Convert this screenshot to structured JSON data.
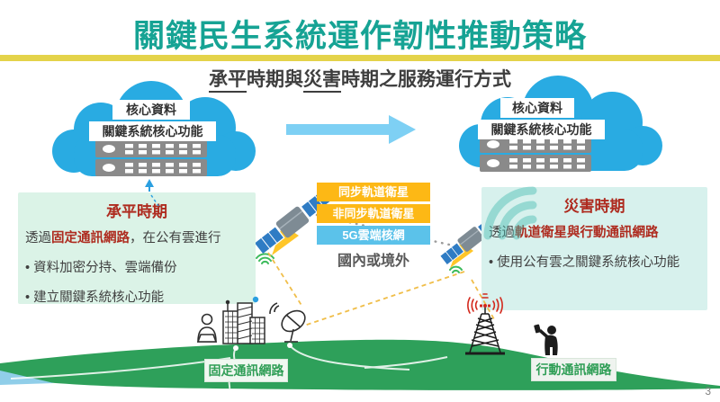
{
  "slide": {
    "title": "關鍵民生系統運作韌性推動策略",
    "page_number": "3"
  },
  "subtitle": {
    "u1": "承平",
    "t1": "時期與",
    "u2": "災害",
    "t2": "時期之服務運行方式"
  },
  "cloud_left": {
    "label1": "核心資料",
    "label2": "關鍵系統核心功能"
  },
  "cloud_right": {
    "label1": "核心資料",
    "label2": "關鍵系統核心功能"
  },
  "link_stack": {
    "box1": "同步軌道衛星",
    "box2": "非同步軌道衛星",
    "box3": "5G雲端核網",
    "caption": "國內或境外"
  },
  "peace_box": {
    "title": "承平時期",
    "prefix": "透過",
    "highlight": "固定通訊網路",
    "suffix": "，在公有雲進行",
    "bullets": [
      "資料加密分持、雲端備份",
      "建立關鍵系統核心功能"
    ]
  },
  "disaster_box": {
    "title": "災害時期",
    "prefix": "透過",
    "highlight": "軌道衛星與行動通訊網路",
    "bullets": [
      "使用公有雲之關鍵系統核心功能"
    ]
  },
  "ground_labels": {
    "fixed": "固定通訊網路",
    "mobile": "行動通訊網路"
  },
  "icons": {
    "cloud": "solid blue cloud shape",
    "server-rack": "gray rack units with white lights",
    "flow-arrow": "light blue right arrow",
    "satellite": "satellite with blue solar panels and yellow beam",
    "wifi-signal": "teal quarter arcs",
    "person-laptop": "outline person at laptop",
    "city-buildings": "outline buildings with window grids",
    "satellite-dish": "outline ground dish",
    "cell-tower": "black lattice tower",
    "radio-waves": "red radiating arcs",
    "person-phone": "black silhouette holding phone"
  },
  "colors": {
    "title_teal": "#16A394",
    "header_bar_yellow": "#E4D34A",
    "cloud_blue": "#29ABE2",
    "arrow_blue": "#7ED0F4",
    "satellite_box_yellow": "#FDB815",
    "cloud_core_box_blue": "#5BC2EA",
    "peace_panel_bg": "#DBF3E7",
    "disaster_panel_bg": "#D7F1ED",
    "highlight_red": "#AE2B1F",
    "ground_green": "#2EA05A",
    "network_label_green": "#2F9E56"
  }
}
